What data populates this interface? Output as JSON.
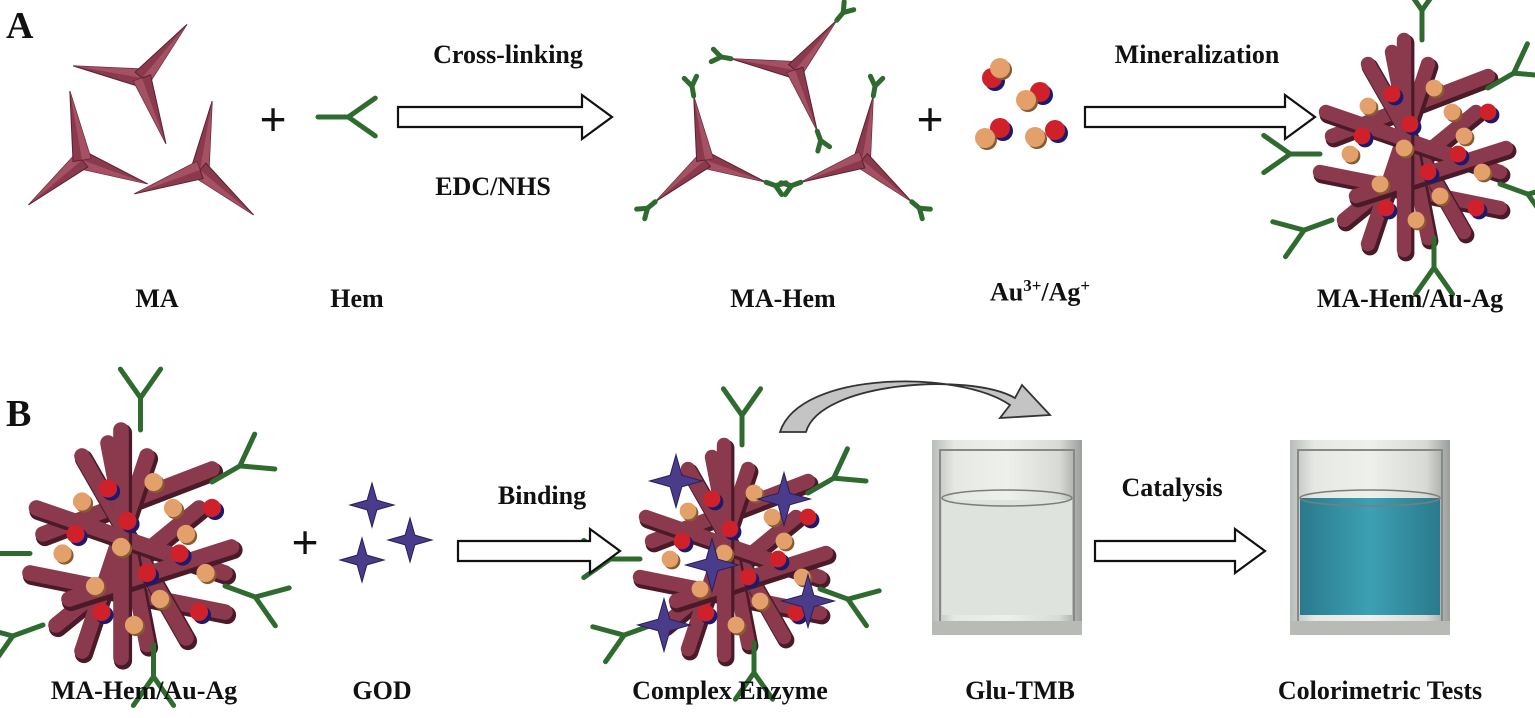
{
  "panel_a": {
    "label": "A",
    "reactant_1": "MA",
    "reactant_2": "Hem",
    "step_1_top": "Cross-linking",
    "step_1_bottom": "EDC/NHS",
    "intermediate": "MA-Hem",
    "reactant_3_base": "Au",
    "reactant_3_charge": "3+",
    "reactant_3_sep": "/Ag",
    "reactant_3_charge_2": "+",
    "step_2": "Mineralization",
    "product": "MA-Hem/Au-Ag"
  },
  "panel_b": {
    "label": "B",
    "reactant_1": "MA-Hem/Au-Ag",
    "reactant_2": "GOD",
    "step_1": "Binding",
    "intermediate": "Complex Enzyme",
    "vial_1": "Glu-TMB",
    "step_2": "Catalysis",
    "vial_2": "Colorimetric Tests"
  },
  "plus_sign": "+",
  "colors": {
    "ma_arm": "#8b3a4e",
    "ma_arm_light": "#b05a6c",
    "hem_linker": "#2f6b2f",
    "au_particle": "#e3a06a",
    "ag_particle": "#d0202a",
    "ag_shade": "#1a1a6e",
    "god_star": "#4a3c8a",
    "tmb_blue": "#2f95a8",
    "curved_arrow": "#c4c4c4"
  }
}
